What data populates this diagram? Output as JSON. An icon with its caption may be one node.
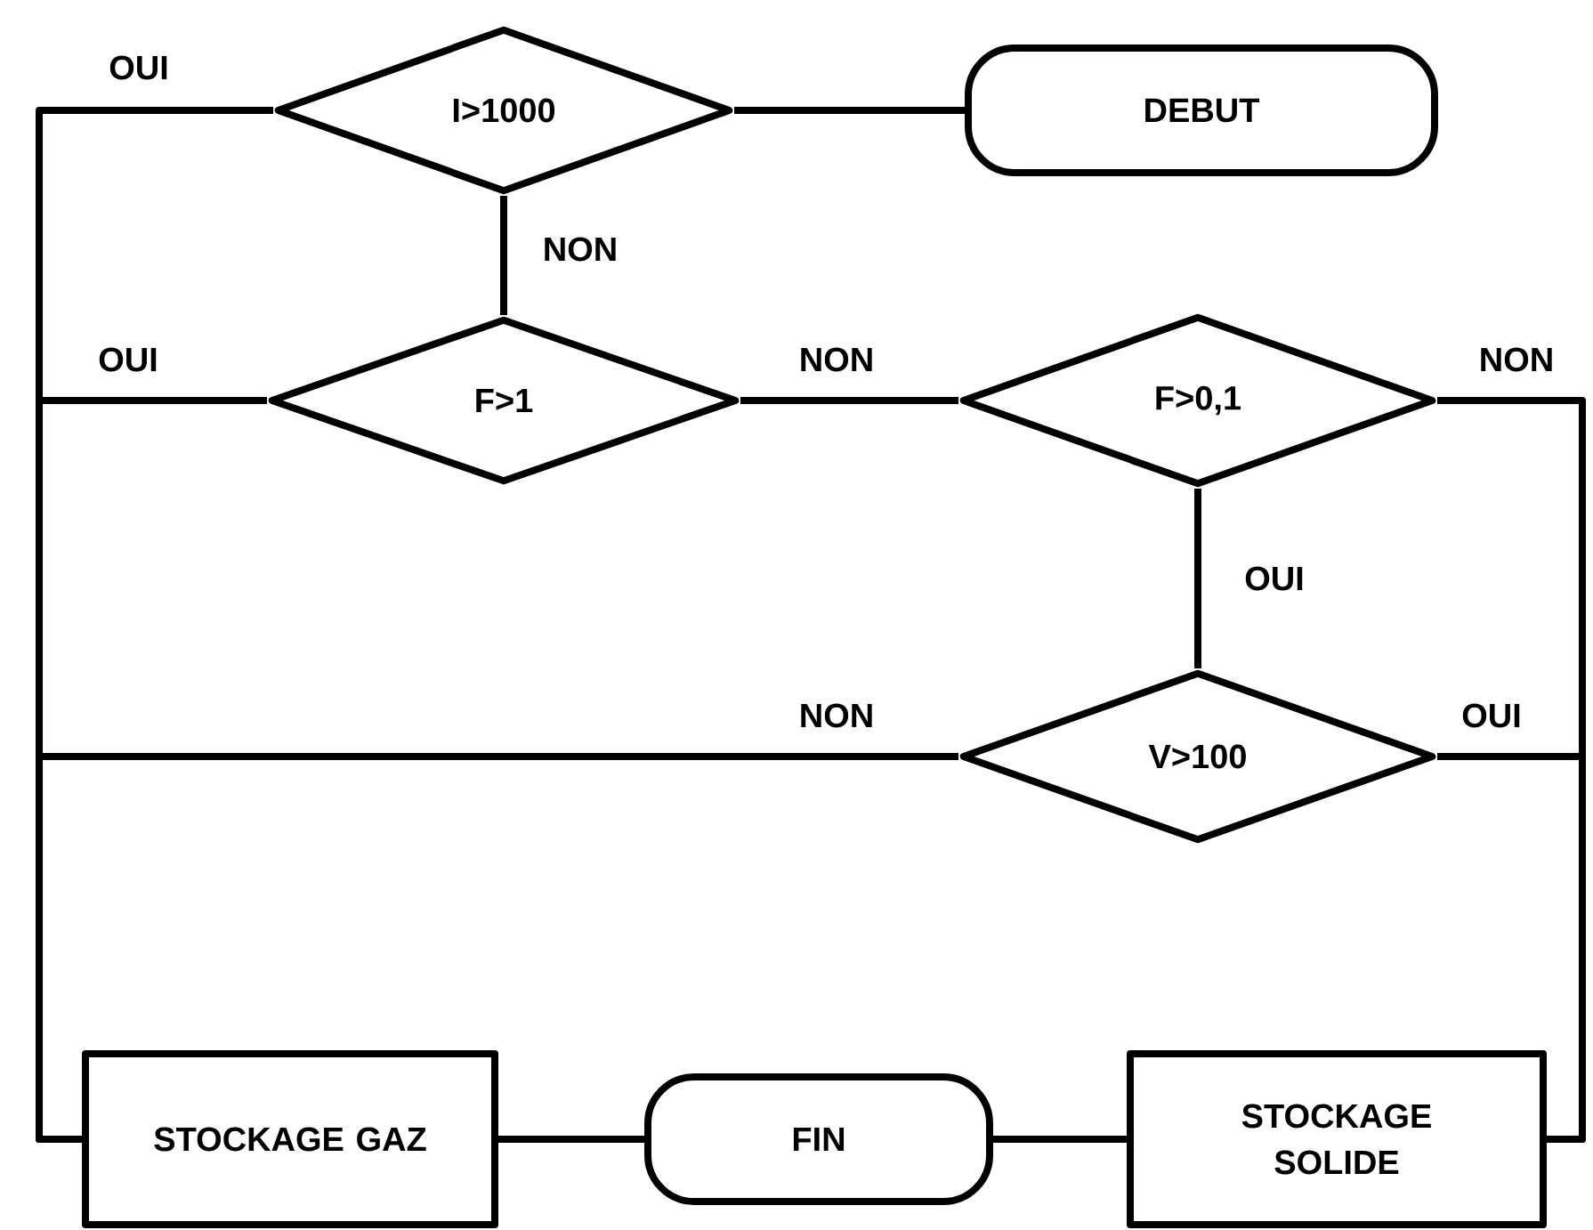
{
  "diagram": {
    "nodes": [
      {
        "text": [
          "DEBUT"
        ]
      },
      {
        "text": [
          "I>1000"
        ]
      },
      {
        "text": [
          "F>1"
        ]
      },
      {
        "text": [
          "F>0,1"
        ]
      },
      {
        "text": [
          "V>100"
        ]
      },
      {
        "text": [
          "STOCKAGE GAZ"
        ]
      },
      {
        "text": [
          "FIN"
        ]
      },
      {
        "text": [
          "STOCKAGE SOLIDE"
        ]
      }
    ],
    "edges": [
      {
        "from": 0,
        "to": 1,
        "arrow": "none"
      },
      {
        "from": 1,
        "to": 5,
        "arrow": "none",
        "label": "OUI"
      },
      {
        "from": 1,
        "to": 2,
        "arrow": "none",
        "label": "NON"
      },
      {
        "from": 2,
        "to": 5,
        "arrow": "none",
        "label": "OUI"
      },
      {
        "from": 2,
        "to": 3,
        "arrow": "none",
        "label": "NON"
      },
      {
        "from": 3,
        "to": 7,
        "arrow": "none",
        "label": "NON"
      },
      {
        "from": 3,
        "to": 4,
        "arrow": "none",
        "label": "OUI"
      },
      {
        "from": 4,
        "to": 5,
        "arrow": "none",
        "label": "NON"
      },
      {
        "from": 4,
        "to": 7,
        "arrow": "none",
        "label": "OUI"
      },
      {
        "from": 5,
        "to": 6,
        "arrow": "none"
      },
      {
        "from": 6,
        "to": 7,
        "arrow": "none"
      }
    ]
  }
}
